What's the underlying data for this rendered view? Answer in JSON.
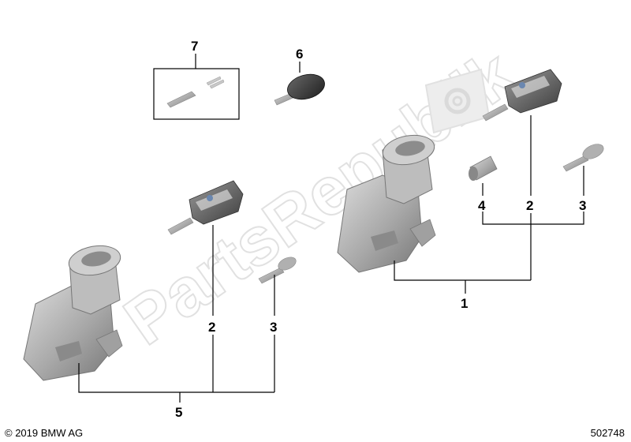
{
  "callouts": {
    "c7": "7",
    "c6": "6",
    "c2_right": "2",
    "c4": "4",
    "c3_right": "3",
    "c1": "1",
    "c2_left": "2",
    "c3_left": "3",
    "c5": "5"
  },
  "footer": {
    "copyright": "© 2019 BMW AG",
    "part_number": "502748"
  },
  "watermark": "PartsRepublik",
  "colors": {
    "part_light": "#c4c4c4",
    "part_mid": "#9a9a9a",
    "part_dark": "#6e6e6e",
    "key_fob": "#4a4a4a",
    "watermark": "#e8e8e8"
  }
}
